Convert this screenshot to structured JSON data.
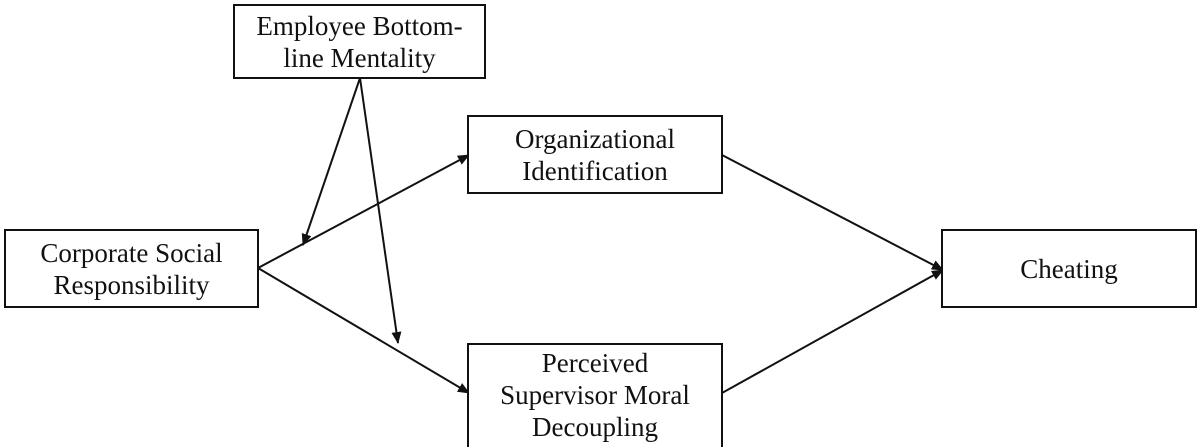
{
  "nodes": {
    "bottom_line": {
      "lines": [
        "Employee Bottom-",
        "line Mentality"
      ]
    },
    "csr": {
      "lines": [
        "Corporate Social",
        "Responsibility"
      ]
    },
    "org_id": {
      "lines": [
        "Organizational",
        "Identification"
      ]
    },
    "moral_decoupling": {
      "lines": [
        "Perceived",
        "Supervisor Moral",
        "Decoupling"
      ]
    },
    "cheating": {
      "lines": [
        "Cheating"
      ]
    }
  },
  "edges": [
    {
      "from": "Corporate Social Responsibility",
      "to": "Organizational Identification"
    },
    {
      "from": "Corporate Social Responsibility",
      "to": "Perceived Supervisor Moral Decoupling"
    },
    {
      "from": "Organizational Identification",
      "to": "Cheating"
    },
    {
      "from": "Perceived Supervisor Moral Decoupling",
      "to": "Cheating"
    },
    {
      "from": "Employee Bottom-line Mentality",
      "to": "Corporate Social Responsibility → Organizational Identification path",
      "type": "moderation"
    },
    {
      "from": "Employee Bottom-line Mentality",
      "to": "Corporate Social Responsibility → Perceived Supervisor Moral Decoupling path",
      "type": "moderation"
    }
  ],
  "colors": {
    "line": "#111111",
    "box_fill": "#ffffff"
  }
}
